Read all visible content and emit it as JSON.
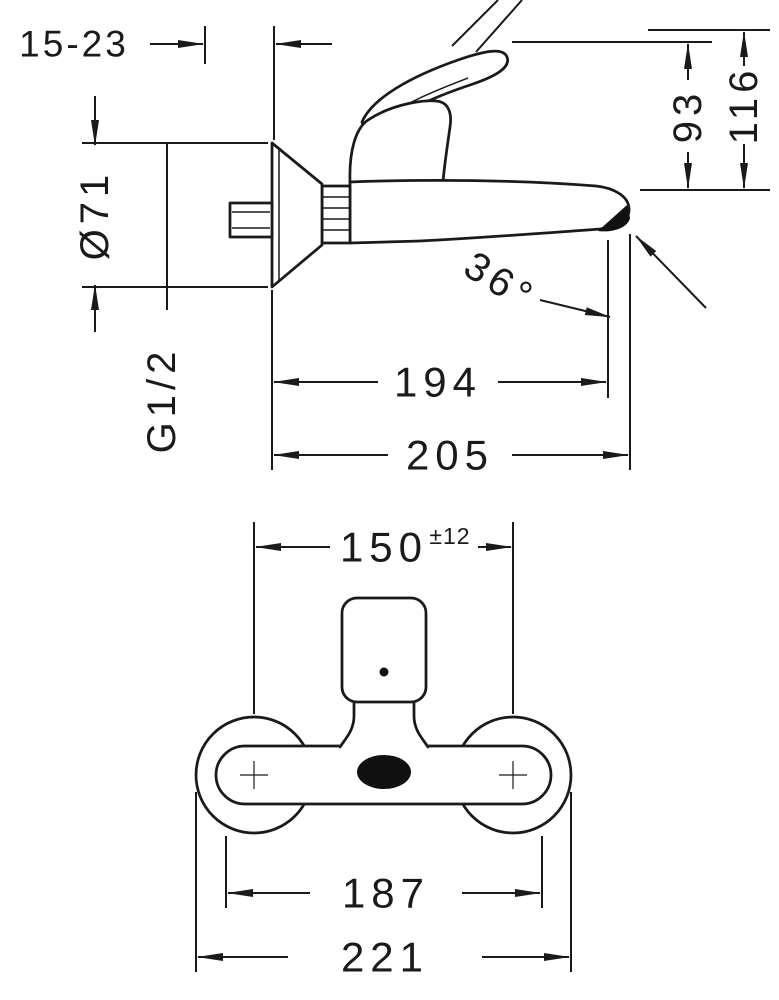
{
  "page": {
    "background_color": "#ffffff",
    "line_color": "#1a1a1a"
  },
  "side_view": {
    "wall_depth_range": "15-23",
    "escutcheon_diameter": "Ø71",
    "connection_thread": "G1/2",
    "height_upper": "93",
    "height_total": "116",
    "spout_angle": "36°",
    "reach_to_aerator": "194",
    "reach_total": "205"
  },
  "front_view": {
    "connection_center_distance": "150",
    "connection_tolerance": "±12",
    "body_width": "187",
    "overall_width": "221"
  }
}
